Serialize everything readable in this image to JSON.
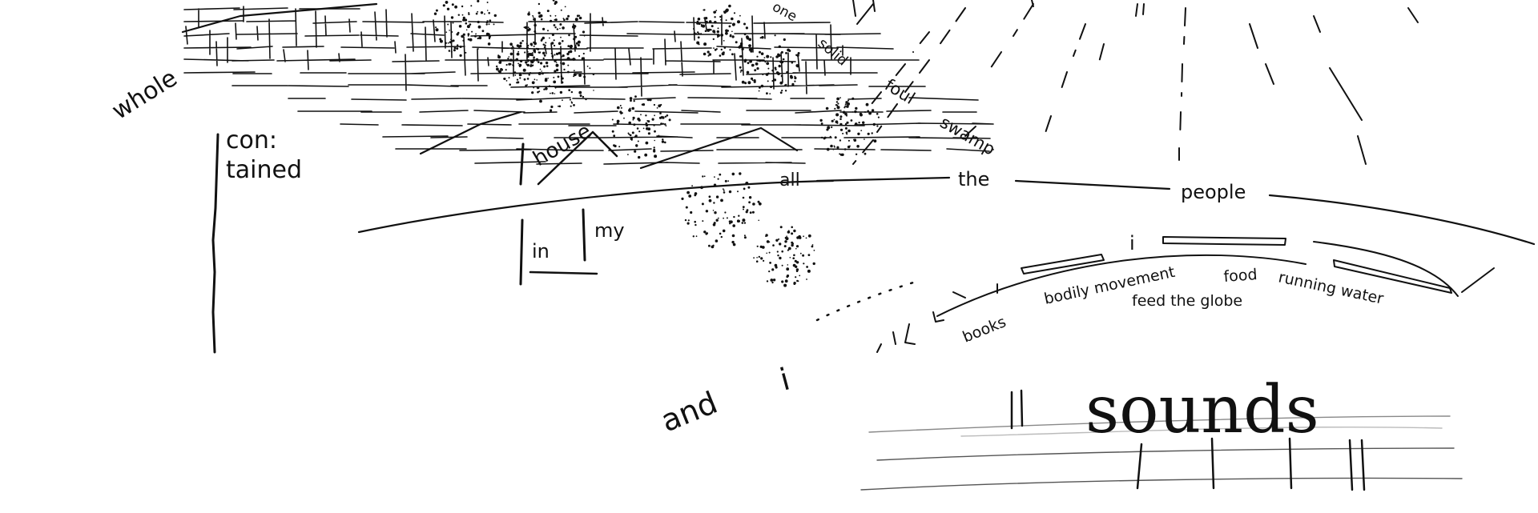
{
  "sketch": {
    "ink_color": "#111111",
    "paper_color": "#ffffff",
    "words": {
      "whole": "whole",
      "contained": "con:\ntained",
      "house": "house",
      "in": "in",
      "my": "my",
      "one": "one",
      "solid": "solid",
      "foul": "foul",
      "swamp": "swamp",
      "all": "all",
      "the": "the",
      "people": "people",
      "i_upper": "i",
      "books": "books",
      "bodily_movement": "bodily movement",
      "food": "food",
      "running_water": "running water",
      "feed_the_globe": "feed the globe",
      "and": "and",
      "i_lower": "i",
      "sounds": "sounds"
    }
  }
}
